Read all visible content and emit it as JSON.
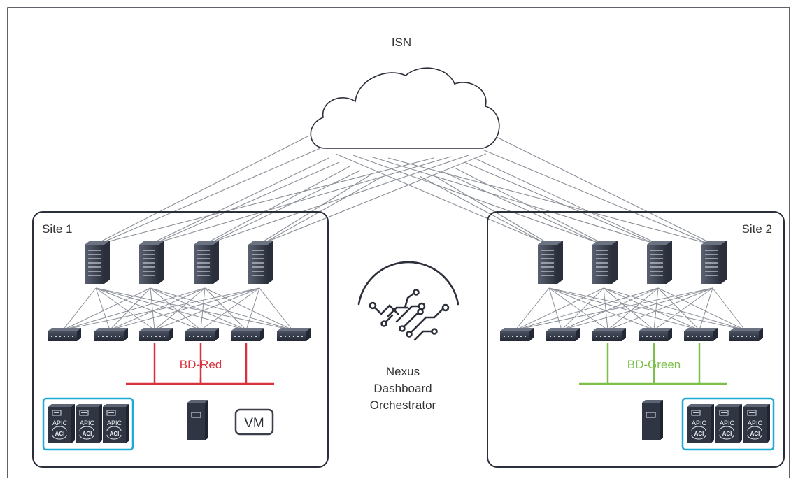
{
  "cloud": {
    "label": "ISN"
  },
  "sites": [
    {
      "label": "Site 1",
      "bd_label": "BD-Red",
      "bd_color": "#d8323c"
    },
    {
      "label": "Site 2",
      "bd_label": "BD-Green",
      "bd_color": "#7cbf4a"
    }
  ],
  "apic": {
    "label": "APIC",
    "logo": "ACI",
    "count_per_site": 3
  },
  "vm": {
    "label": "VM"
  },
  "orchestrator": {
    "line1": "Nexus",
    "line2": "Dashboard",
    "line3": "Orchestrator"
  },
  "colors": {
    "frame": "#2b2f3a",
    "cluster_border": "#1fa9d4",
    "device_dark": "#2f3542",
    "link": "#8a8f98",
    "text": "#333333"
  }
}
